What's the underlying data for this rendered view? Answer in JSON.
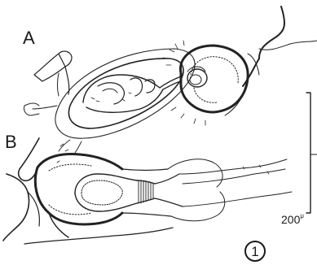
{
  "figure": {
    "panel_labels": {
      "a": "A",
      "b": "B"
    },
    "scale_bar": {
      "value": "200",
      "unit": "μ"
    },
    "figure_number": "1"
  }
}
